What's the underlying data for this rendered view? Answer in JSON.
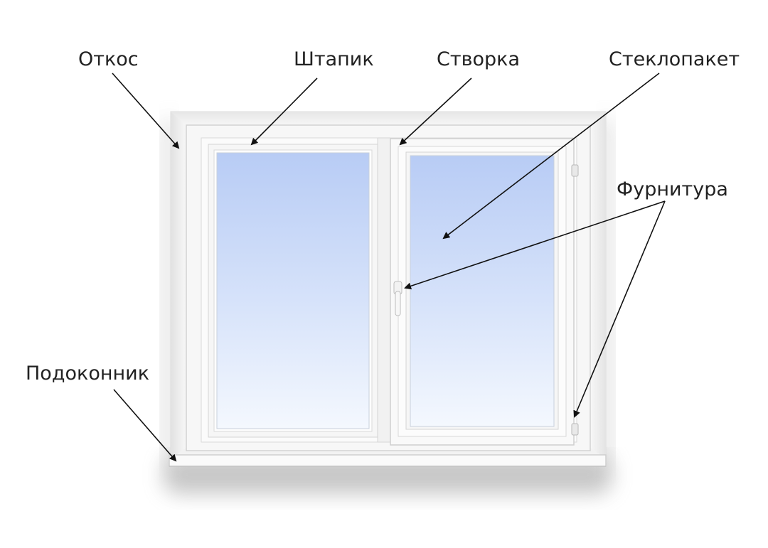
{
  "labels": {
    "otkos": "Откос",
    "shtapik": "Штапик",
    "stvorka": "Створка",
    "steklopaket": "Стеклопакет",
    "furnitura": "Фурнитура",
    "podokonnik": "Подоконник"
  },
  "colors": {
    "text": "#222222",
    "arrow": "#111111",
    "frame": "#f4f4f4",
    "frame_edge": "#d6d6d6",
    "glass_top": "#b9cdf5",
    "glass_bottom": "#f3f7fe"
  }
}
